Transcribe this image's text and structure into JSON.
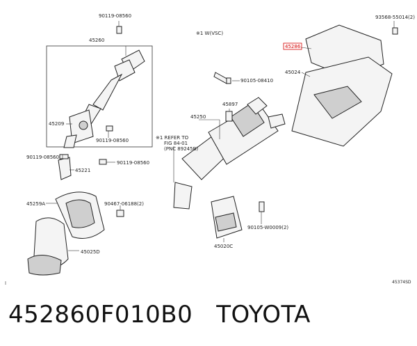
{
  "labels": {
    "p90119_08560_top": "90119-08560",
    "p93568_55014": "93568-55014(2)",
    "note_vsc": "※1 W(VSC)",
    "p45260": "45260",
    "p45286": "45286",
    "p45024": "45024",
    "p90105_08410": "90105-08410",
    "p45897": "45897",
    "p45250": "45250",
    "p45209": "45209",
    "p90119_08560_mid": "90119-08560",
    "note_refer_1": "※1 REFER TO",
    "note_refer_2": "FIG 84-01",
    "note_refer_3": "(PNC 89245B)",
    "p90119_08560_left": "90119-08560",
    "p90119_08560_bottom": "90119-08560",
    "p45221": "45221",
    "p45259A": "45259A",
    "p90467_06188": "90467-06188(2)",
    "p90105_W0009": "90105-W0009(2)",
    "p45025D": "45025D",
    "p45020C": "45020C",
    "diagram_code": "45374SD"
  },
  "caption": {
    "part_number": "452860F010B0",
    "brand": "TOYOTA"
  }
}
